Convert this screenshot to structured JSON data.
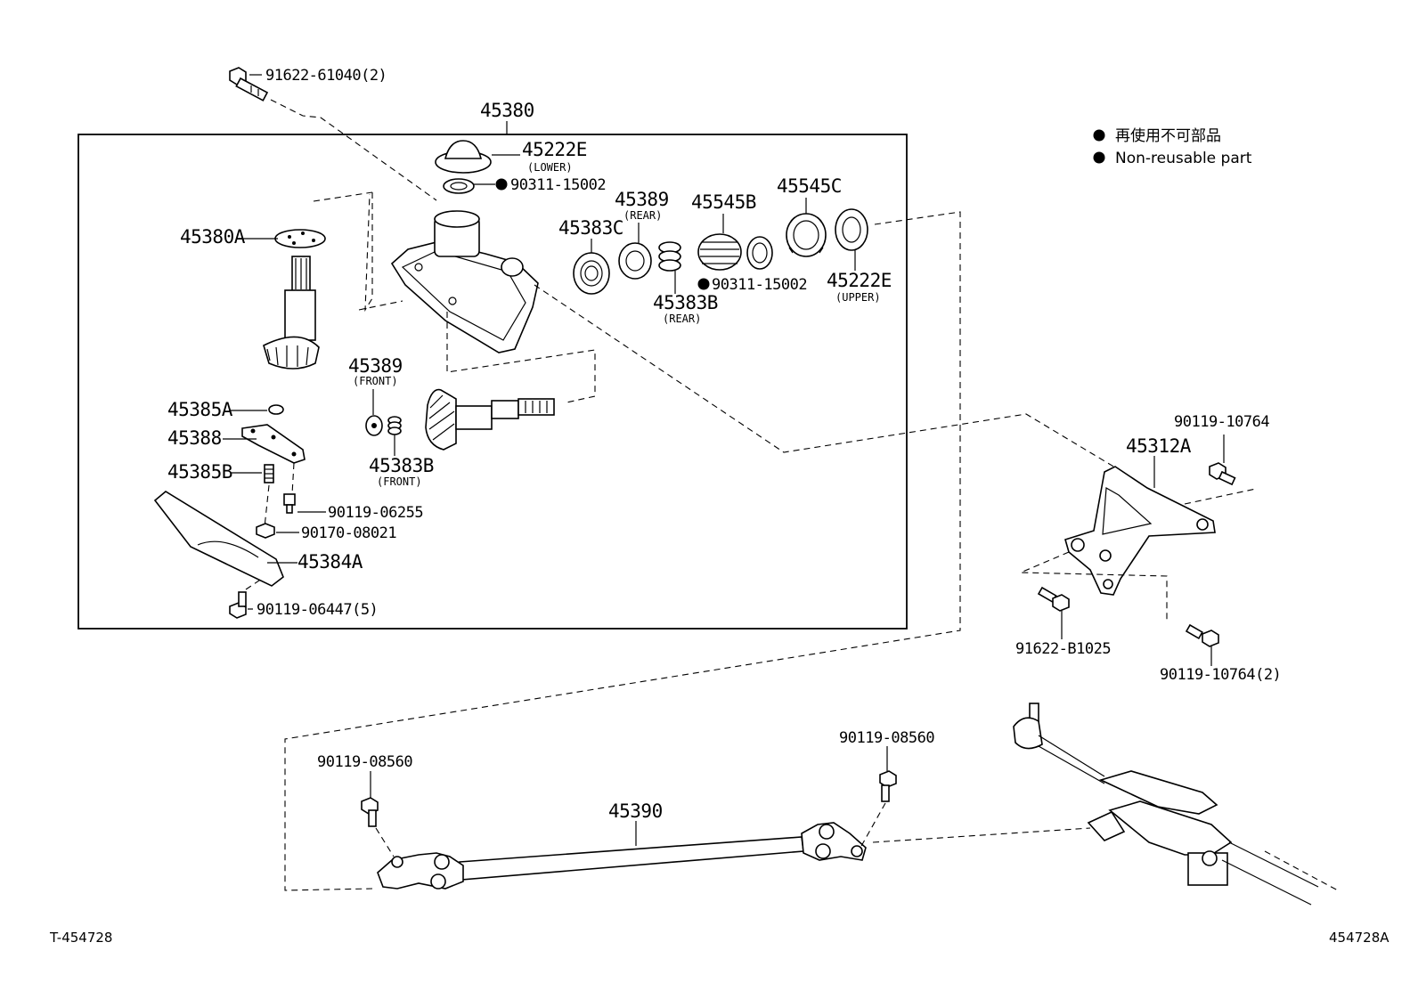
{
  "legend": {
    "items": [
      {
        "symbol": "●",
        "text": "再使用不可部品"
      },
      {
        "symbol": "●",
        "text": "Non-reusable part"
      }
    ]
  },
  "box_label": "45380",
  "parts": {
    "p_91622_61040": "91622-61040(2)",
    "p_45222E_lower": "45222E",
    "p_45222E_lower_note": "(LOWER)",
    "p_90311_15002_a": "90311-15002",
    "p_45380A": "45380A",
    "p_45389_rear": "45389",
    "p_45389_rear_note": "(REAR)",
    "p_45545B": "45545B",
    "p_45545C": "45545C",
    "p_45383C": "45383C",
    "p_90311_15002_b": "90311-15002",
    "p_45383B_rear": "45383B",
    "p_45383B_rear_note": "(REAR)",
    "p_45222E_upper": "45222E",
    "p_45222E_upper_note": "(UPPER)",
    "p_45389_front": "45389",
    "p_45389_front_note": "(FRONT)",
    "p_45383B_front": "45383B",
    "p_45383B_front_note": "(FRONT)",
    "p_45385A": "45385A",
    "p_45388": "45388",
    "p_45385B": "45385B",
    "p_90119_06255": "90119-06255",
    "p_90170_08021": "90170-08021",
    "p_45384A": "45384A",
    "p_90119_06447": "90119-06447(5)",
    "p_90119_10764_a": "90119-10764",
    "p_45312A": "45312A",
    "p_91622_B1025": "91622-B1025",
    "p_90119_10764_b": "90119-10764(2)",
    "p_90119_08560_a": "90119-08560",
    "p_90119_08560_b": "90119-08560",
    "p_45390": "45390"
  },
  "footer": {
    "left_code": "T-454728",
    "right_code": "454728A"
  }
}
